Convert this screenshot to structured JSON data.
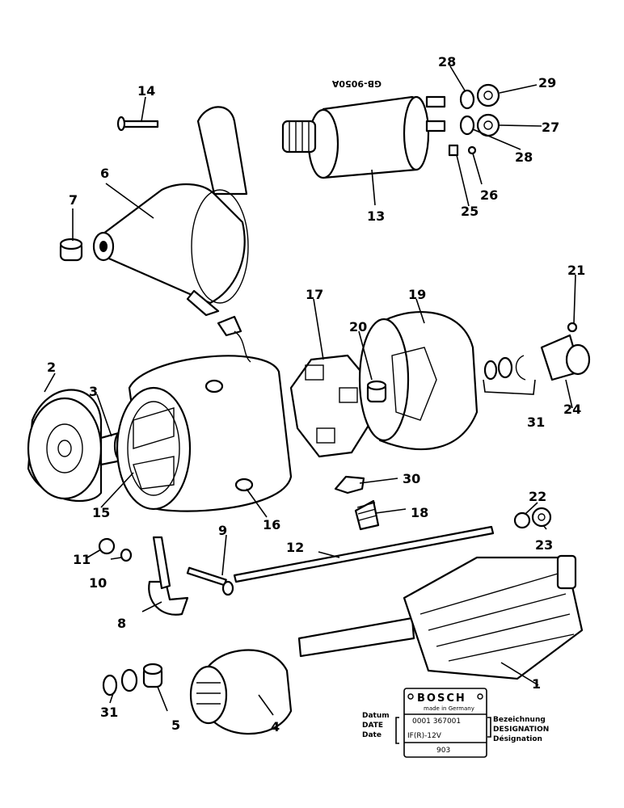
{
  "callouts": [
    "1",
    "2",
    "3",
    "4",
    "5",
    "6",
    "7",
    "8",
    "9",
    "10",
    "11",
    "12",
    "13",
    "14",
    "15",
    "16",
    "17",
    "18",
    "19",
    "20",
    "21",
    "22",
    "23",
    "24",
    "25",
    "26",
    "27",
    "28",
    "28",
    "29",
    "30",
    "31",
    "31"
  ],
  "solenoid_stamp": "GB-9050A",
  "nameplate": {
    "brand": "BOSCH",
    "made_in": "made in Germany",
    "part_number": "0001 367001",
    "type_code": "IF(R)-12V",
    "date_code": "903",
    "left_labels": [
      "Datum",
      "DATE",
      "Date"
    ],
    "right_labels": [
      "Bezeichnung",
      "DESIGNATION",
      "Désignation"
    ]
  }
}
